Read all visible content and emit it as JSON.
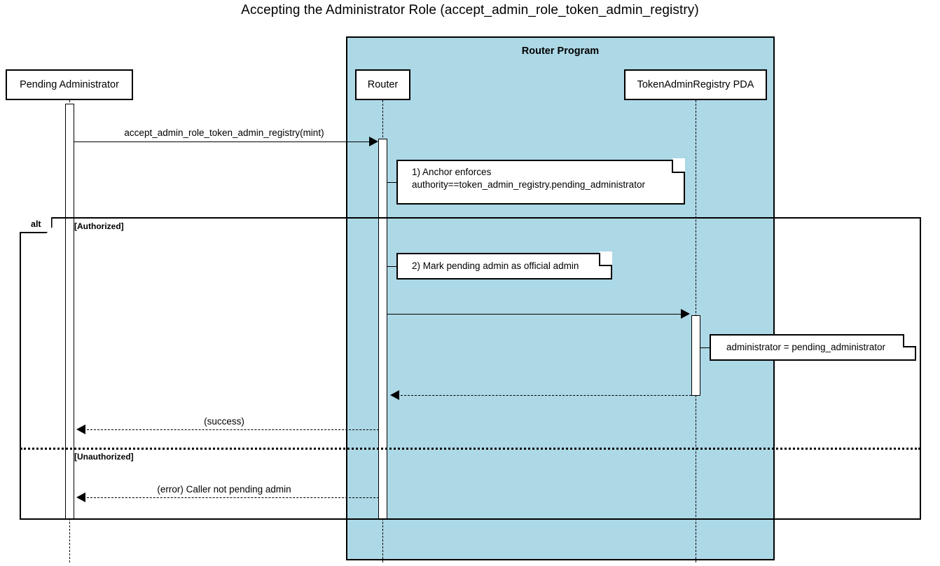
{
  "title": "Accepting the Administrator Role (accept_admin_role_token_admin_registry)",
  "colors": {
    "program_fill": "#add8e6",
    "stroke": "#000000",
    "note_fill": "#ffffff",
    "participant_fill": "#ffffff"
  },
  "diagram": {
    "type": "sequence-diagram",
    "groups": [
      {
        "label": "Router Program"
      }
    ],
    "participants": [
      {
        "id": "pending_administrator",
        "label": "Pending Administrator",
        "group": null
      },
      {
        "id": "router",
        "label": "Router",
        "group": "Router Program"
      },
      {
        "id": "token_admin_registry_pda",
        "label": "TokenAdminRegistry PDA",
        "group": "Router Program"
      }
    ],
    "messages": [
      {
        "id": "m1",
        "from": "pending_administrator",
        "to": "router",
        "label": "accept_admin_role_token_admin_registry(mint)",
        "style": "solid",
        "arrow": "filled"
      },
      {
        "id": "m2",
        "from": "router",
        "to": "token_admin_registry_pda",
        "label": "",
        "style": "solid",
        "arrow": "filled"
      },
      {
        "id": "m3",
        "from": "token_admin_registry_pda",
        "to": "router",
        "label": "",
        "style": "dashed",
        "arrow": "filled"
      },
      {
        "id": "m4",
        "from": "router",
        "to": "pending_administrator",
        "label": "(success)",
        "style": "dashed",
        "arrow": "filled"
      },
      {
        "id": "m5",
        "from": "router",
        "to": "pending_administrator",
        "label": "(error) Caller not pending admin",
        "style": "dashed",
        "arrow": "filled"
      }
    ],
    "notes": [
      {
        "id": "note1",
        "attached_to": "router",
        "line1": "1) Anchor enforces",
        "line2": "authority==token_admin_registry.pending_administrator"
      },
      {
        "id": "note2",
        "attached_to": "router",
        "line1": "2) Mark pending admin as official admin",
        "line2": ""
      },
      {
        "id": "note3",
        "attached_to": "token_admin_registry_pda",
        "line1": "administrator = pending_administrator",
        "line2": ""
      }
    ],
    "fragment": {
      "operator": "alt",
      "branches": [
        {
          "guard": "[Authorized]"
        },
        {
          "guard": "[Unauthorized]"
        }
      ]
    }
  }
}
